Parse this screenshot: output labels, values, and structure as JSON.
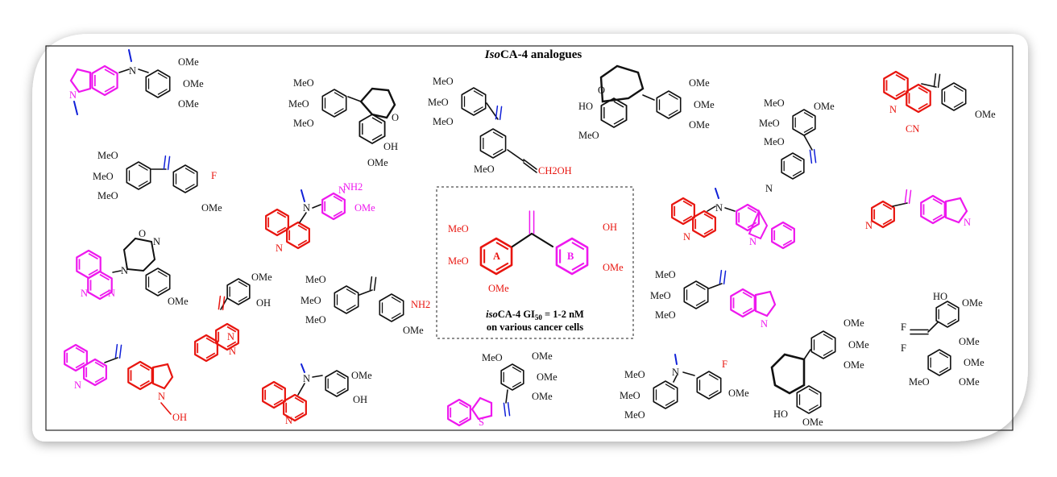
{
  "title": {
    "italic": "Iso",
    "rest": "CA-4 analogues"
  },
  "center": {
    "ring_a": "A",
    "ring_b": "B",
    "line1_italic": "iso",
    "line1_mid": "CA-4 GI",
    "line1_sub": "50",
    "line1_end": " = 1-2 nM",
    "line2": "on various cancer cells"
  },
  "labels": {
    "ome": "OMe",
    "meo": "MeO",
    "oh": "OH",
    "ho": "HO",
    "n": "N",
    "s": "S",
    "o": "O",
    "f": "F",
    "cn": "CN",
    "ch2oh": "CH2OH",
    "nh2": "NH2"
  },
  "colors": {
    "red": "#e8150f",
    "magenta": "#ee18ee",
    "blue": "#1020d8",
    "black": "#111111"
  }
}
